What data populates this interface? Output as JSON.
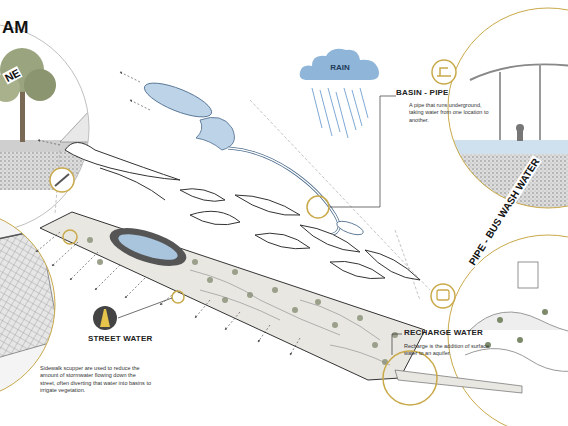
{
  "diagram": {
    "title": "AM",
    "nodes": [
      {
        "text": [
          "RAIN"
        ]
      },
      {
        "text": [
          "BASIN - PIPE",
          "A pipe that runs underground, taking water from one location to another."
        ]
      },
      {
        "text": [
          "STREET WATER",
          "Sidewalk scupper are used to reduce the amount of stormwater flowing down the street, often diverting that water into basins to irrigate vegetation."
        ]
      },
      {
        "text": [
          "RECHARGE WATER",
          "Recharge is the addition of surface water to an aquifer."
        ]
      }
    ],
    "labels": [
      "NE",
      "PIPE - BUS WASH WATER"
    ]
  }
}
